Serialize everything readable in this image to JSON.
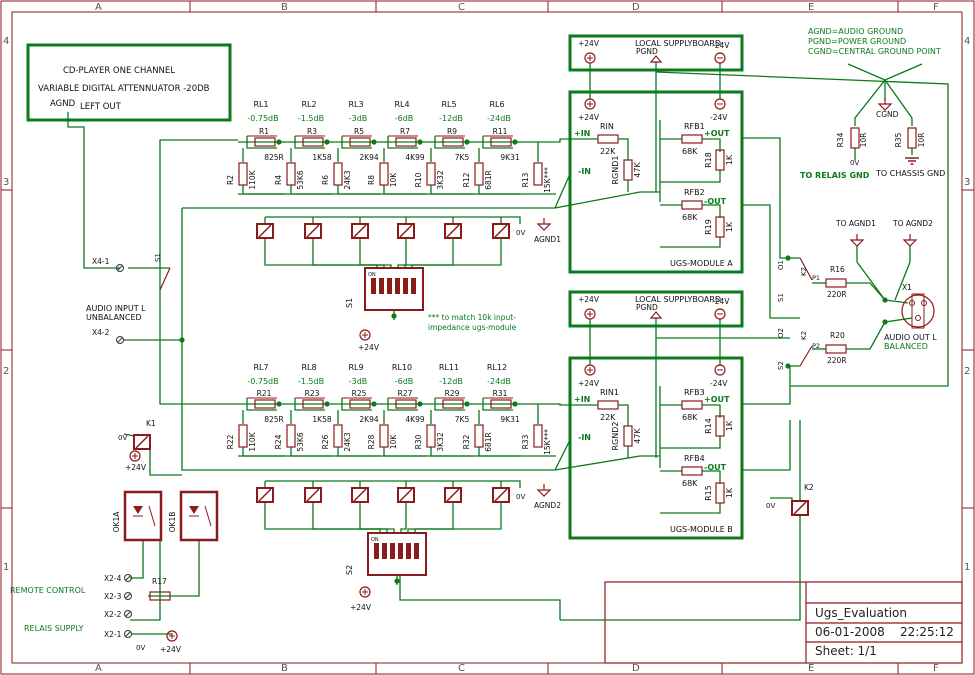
{
  "frame": {
    "cols": [
      "A",
      "B",
      "C",
      "D",
      "E",
      "F"
    ],
    "rows": [
      "4",
      "3",
      "2",
      "1"
    ]
  },
  "notes": {
    "cd_box": {
      "line1": "CD-PLAYER ONE CHANNEL",
      "line2": "VARIABLE DIGITAL ATTENNUATOR -20DB",
      "agnd": "AGND",
      "left_out": "LEFT OUT"
    },
    "legend": [
      "AGND=AUDIO GROUND",
      "PGND=POWER GROUND",
      "CGND=CENTRAL GROUND POINT"
    ],
    "audio_input": [
      "AUDIO INPUT L",
      "UNBALANCED"
    ],
    "match_note": [
      "*** to match 10k input-",
      "impedance ugs-module"
    ],
    "remote_control": "REMOTE CONTROL",
    "relais_supply": "RELAIS SUPPLY",
    "to_relais_gnd": "TO RELAIS GND",
    "to_chassis_gnd": "TO CHASSIS GND",
    "to_agnd1": "TO AGND1",
    "to_agnd2": "TO AGND2",
    "audio_out": [
      "AUDIO OUT L",
      "BALANCED"
    ]
  },
  "supply": {
    "title": "LOCAL SUPPLYBOARD",
    "plus": "+24V",
    "minus": "-24V",
    "pgnd": "PGND",
    "zero_v": "0V",
    "cgnd": "CGND"
  },
  "modules": {
    "a": {
      "name": "UGS-MODULE A",
      "agnd": "AGND1",
      "pins": {
        "in_p": "+IN",
        "in_n": "-IN",
        "out_p": "+OUT",
        "out_n": "-OUT"
      },
      "rin": "RIN",
      "rin_val": "22K",
      "rgnd": "RGND1",
      "rgnd_val": "47K",
      "rfb_top": "RFB1",
      "rfb_top_val": "68K",
      "r_top": "R18",
      "r_top_val": "1K",
      "rfb_bot": "RFB2",
      "rfb_bot_val": "68K",
      "r_bot": "R19",
      "r_bot_val": "1K"
    },
    "b": {
      "name": "UGS-MODULE B",
      "agnd": "AGND2",
      "pins": {
        "in_p": "+IN",
        "in_n": "-IN",
        "out_p": "+OUT",
        "out_n": "-OUT"
      },
      "rin": "RIN1",
      "rin_val": "22K",
      "rgnd": "RGND2",
      "rgnd_val": "47K",
      "rfb_top": "RFB3",
      "rfb_top_val": "68K",
      "r_top": "R14",
      "r_top_val": "1K",
      "rfb_bot": "RFB4",
      "rfb_bot_val": "68K",
      "r_bot": "R15",
      "r_bot_val": "1K"
    }
  },
  "ladder_a": {
    "relays": [
      "RL1",
      "RL2",
      "RL3",
      "RL4",
      "RL5",
      "RL6"
    ],
    "db": [
      "-0.75dB",
      "-1.5dB",
      "-3dB",
      "-6dB",
      "-12dB",
      "-24dB"
    ],
    "series": [
      "R1",
      "R3",
      "R5",
      "R7",
      "R9",
      "R11"
    ],
    "series_val": [
      "825R",
      "1K58",
      "2K94",
      "4K99",
      "7K5",
      "9K31"
    ],
    "shunt": [
      "R2",
      "R4",
      "R6",
      "R8",
      "R10",
      "R12",
      "R13"
    ],
    "shunt_val": [
      "110K",
      "53K6",
      "24K3",
      "10K",
      "3K32",
      "681R",
      "15K***"
    ]
  },
  "ladder_b": {
    "relays": [
      "RL7",
      "RL8",
      "RL9",
      "RL10",
      "RL11",
      "RL12"
    ],
    "db": [
      "-0.75dB",
      "-1.5dB",
      "-3dB",
      "-6dB",
      "-12dB",
      "-24dB"
    ],
    "series": [
      "R21",
      "R23",
      "R25",
      "R27",
      "R29",
      "R31"
    ],
    "series_val": [
      "825R",
      "1K58",
      "2K94",
      "4K99",
      "7K5",
      "9K31"
    ],
    "shunt": [
      "R22",
      "R24",
      "R26",
      "R28",
      "R30",
      "R32",
      "R33"
    ],
    "shunt_val": [
      "110K",
      "53K6",
      "24K3",
      "10K",
      "3K32",
      "681R",
      "15K***"
    ]
  },
  "parts": {
    "s1": "S1",
    "s2": "S2",
    "on": "ON",
    "x4_1": "X4-1",
    "x4_2": "X4-2",
    "x2_4": "X2-4",
    "x2_3": "X2-3",
    "x2_2": "X2-2",
    "x2_1": "X2-1",
    "r17": "R17",
    "k1": "K1",
    "k2": "K2",
    "ok1a": "OK1A",
    "ok1b": "OK1B",
    "r16": "R16",
    "r16_val": "220R",
    "r20": "R20",
    "r20_val": "220R",
    "r34": "R34",
    "r34_val": "10R",
    "r35": "R35",
    "r35_val": "10R",
    "x1": "X1",
    "p1": "P1",
    "p2": "P2",
    "o1": "O1",
    "o2": "O2"
  },
  "title_block": {
    "name": "Ugs_Evaluation",
    "date": "06-01-2008",
    "time": "22:25:12",
    "sheet": "Sheet: 1/1"
  },
  "colors": {
    "frame": "#8b1a1a",
    "wire": "#0a7a1a",
    "part": "#8b1a1a",
    "junction": "#0a7a1a"
  }
}
